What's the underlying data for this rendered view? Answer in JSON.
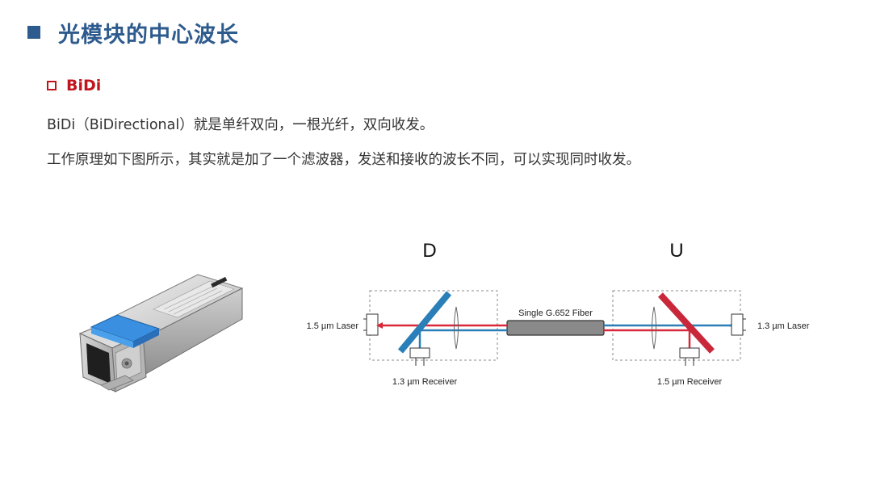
{
  "slide": {
    "title": "光模块的中心波长",
    "subtitle": "BiDi",
    "paragraphs": [
      "BiDi（BiDirectional）就是单纤双向，一根光纤，双向收发。",
      "工作原理如下图所示，其实就是加了一个滤波器，发送和接收的波长不同，可以实现同时收发。"
    ]
  },
  "diagram": {
    "label_d": "D",
    "label_u": "U",
    "fiber_label": "Single G.652 Fiber",
    "left_laser": "1.5 µm Laser",
    "left_receiver": "1.3 µm Receiver",
    "right_laser": "1.3 µm Laser",
    "right_receiver": "1.5 µm Receiver"
  },
  "colors": {
    "title": "#2e5b8e",
    "subtitle": "#c0151c",
    "red_beam": "#d9283a",
    "blue_beam": "#2a7fb8",
    "fiber": "#8a8a8a"
  }
}
